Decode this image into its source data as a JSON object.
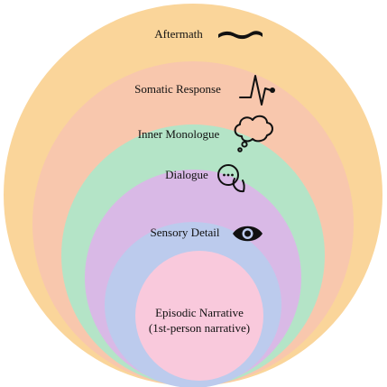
{
  "layers": [
    {
      "key": "aftermath",
      "label": "Aftermath",
      "color": "#fad59a",
      "icon": "wavy-line-icon"
    },
    {
      "key": "somatic",
      "label": "Somatic Response",
      "color": "#f8c7ad",
      "icon": "pulse-icon"
    },
    {
      "key": "monologue",
      "label": "Inner Monologue",
      "color": "#b4e4c7",
      "icon": "thought-cloud-icon"
    },
    {
      "key": "dialogue",
      "label": "Dialogue",
      "color": "#d9b9e6",
      "icon": "speech-bubbles-icon"
    },
    {
      "key": "sensory",
      "label": "Sensory Detail",
      "color": "#bccbed",
      "icon": "eye-icon"
    },
    {
      "key": "episodic",
      "label": "Episodic Narrative",
      "label_line2": "(1st-person narrative)",
      "color": "#f9c9dc",
      "icon": ""
    }
  ]
}
